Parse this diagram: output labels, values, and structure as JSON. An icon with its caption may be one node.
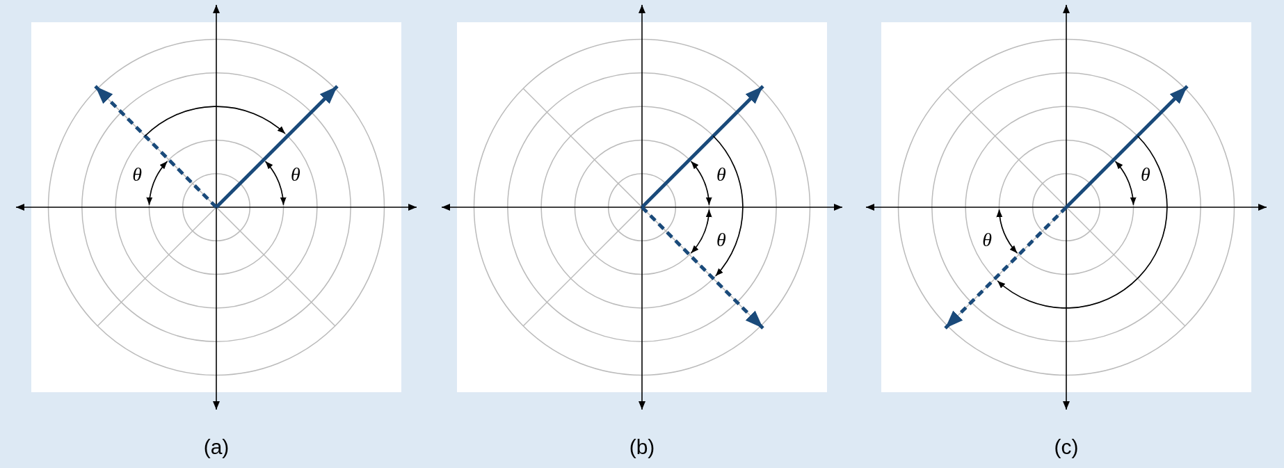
{
  "diagram": {
    "labels": [
      "θ",
      "θ",
      "(a)",
      "θ",
      "θ",
      "(b)",
      "θ",
      "θ",
      "(c)"
    ]
  }
}
